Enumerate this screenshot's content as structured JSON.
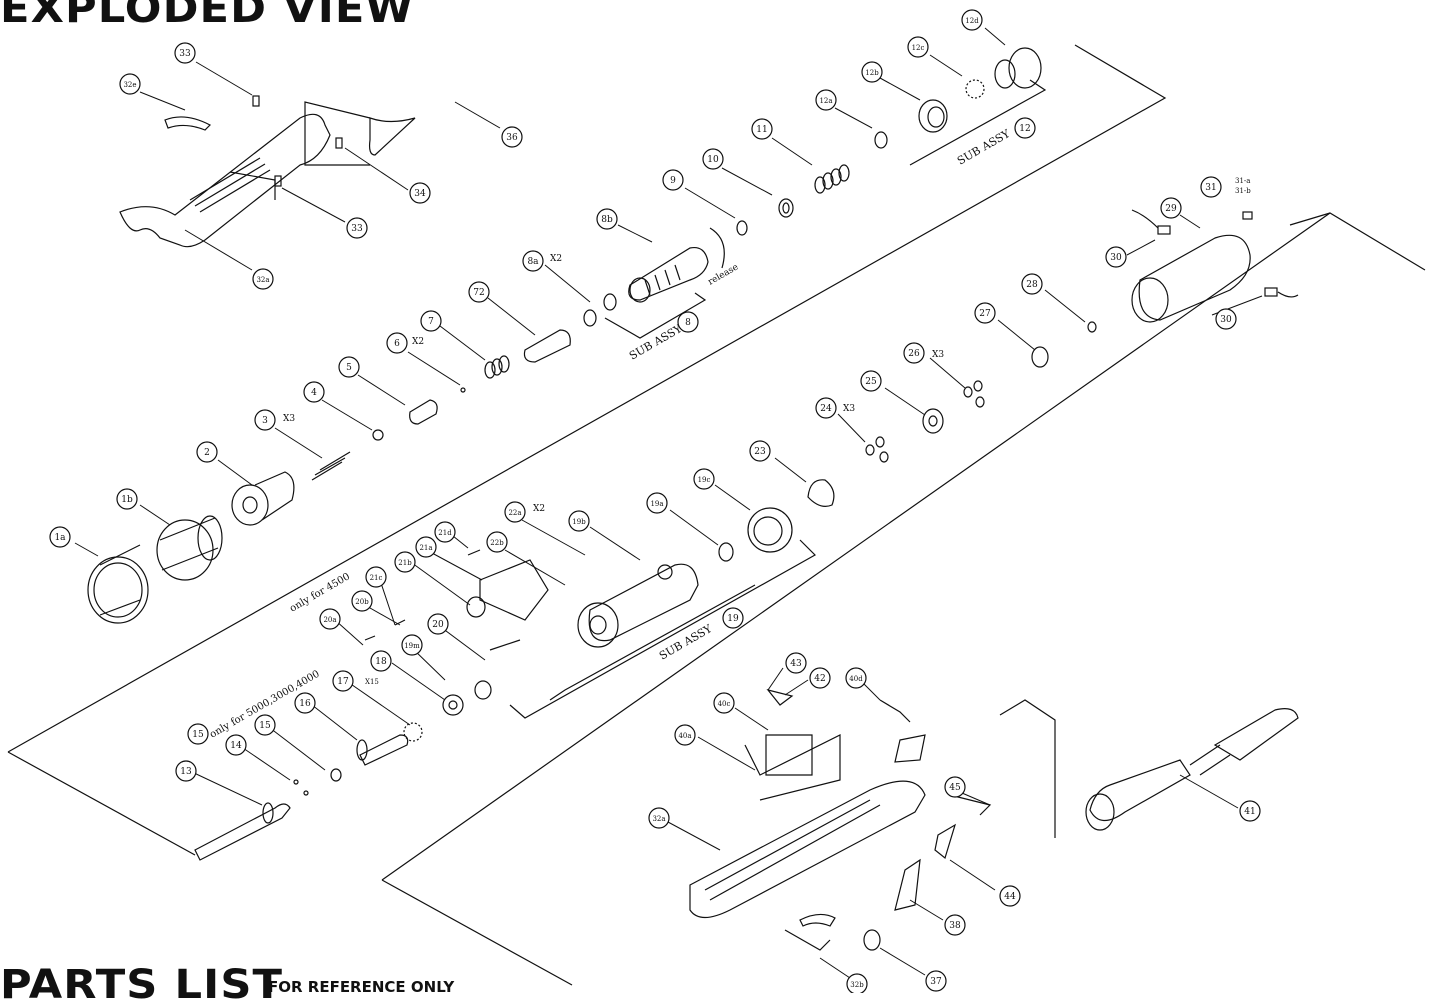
{
  "titles": {
    "exploded_view": "EXPLODED VIEW",
    "parts_list": "PARTS LIST",
    "parts_list_note": "FOR REFERENCE ONLY"
  },
  "callouts": [
    "33",
    "32e",
    "34",
    "36",
    "33",
    "32a",
    "12d",
    "12c",
    "12b",
    "12a",
    "12",
    "11",
    "10",
    "9",
    "8b",
    "8a",
    "X2",
    "8",
    "72",
    "7",
    "6",
    "X2",
    "5",
    "4",
    "3",
    "X3",
    "2",
    "1b",
    "1a",
    "31",
    "31-a",
    "31-b",
    "29",
    "30",
    "30",
    "28",
    "27",
    "26",
    "X3",
    "25",
    "24",
    "X3",
    "23",
    "19c",
    "19a",
    "19b",
    "22a",
    "X2",
    "22b",
    "21d",
    "21a",
    "21b",
    "21c",
    "20b",
    "20a",
    "20",
    "19m",
    "19",
    "18",
    "17",
    "X15",
    "16",
    "15",
    "14",
    "13",
    "15",
    "43",
    "42",
    "40d",
    "40c",
    "40a",
    "45",
    "44",
    "32a",
    "38",
    "37",
    "32b",
    "41"
  ],
  "annotations": {
    "sub_assy_12": "SUB ASSY",
    "sub_assy_8": "SUB ASSY",
    "sub_assy_19": "SUB ASSY",
    "release": "release",
    "only_for_4500": "only for 4500",
    "only_for_models": "only for 5000,3000,4000"
  },
  "colors": {
    "ink": "#111111",
    "paper": "#ffffff"
  }
}
